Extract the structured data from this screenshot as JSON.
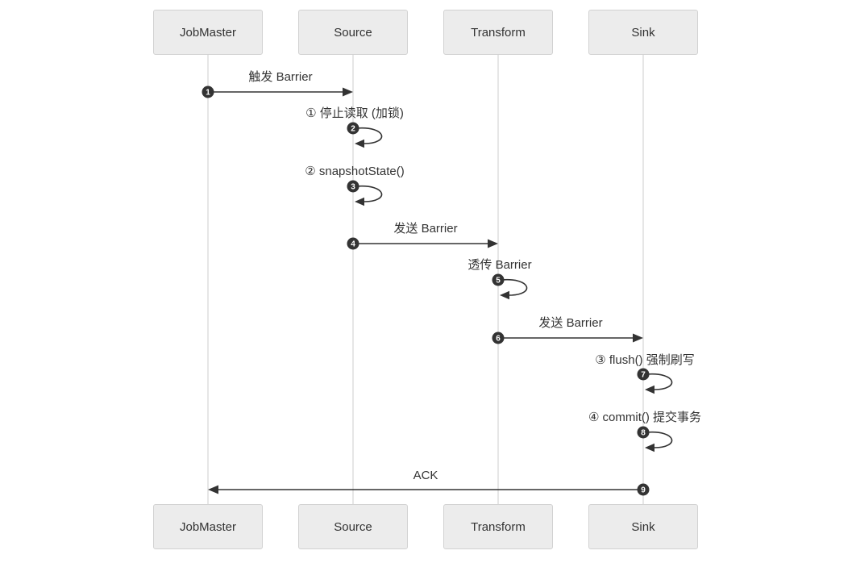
{
  "diagram": {
    "type": "sequence-diagram",
    "actors": [
      {
        "name": "JobMaster"
      },
      {
        "name": "Source"
      },
      {
        "name": "Transform"
      },
      {
        "name": "Sink"
      }
    ],
    "messages": [
      {
        "seq": "1",
        "label": "触发 Barrier",
        "from": "JobMaster",
        "to": "Source",
        "kind": "arrow-right"
      },
      {
        "seq": "2",
        "label": "① 停止读取 (加锁)",
        "from": "Source",
        "to": "Source",
        "kind": "self-loop"
      },
      {
        "seq": "3",
        "label": "② snapshotState()",
        "from": "Source",
        "to": "Source",
        "kind": "self-loop"
      },
      {
        "seq": "4",
        "label": "发送 Barrier",
        "from": "Source",
        "to": "Transform",
        "kind": "arrow-right"
      },
      {
        "seq": "5",
        "label": "透传 Barrier",
        "from": "Transform",
        "to": "Transform",
        "kind": "self-loop"
      },
      {
        "seq": "6",
        "label": "发送 Barrier",
        "from": "Transform",
        "to": "Sink",
        "kind": "arrow-right"
      },
      {
        "seq": "7",
        "label": "③ flush() 强制刷写",
        "from": "Sink",
        "to": "Sink",
        "kind": "self-loop"
      },
      {
        "seq": "8",
        "label": "④ commit() 提交事务",
        "from": "Sink",
        "to": "Sink",
        "kind": "self-loop"
      },
      {
        "seq": "9",
        "label": "ACK",
        "from": "Sink",
        "to": "JobMaster",
        "kind": "arrow-left"
      }
    ],
    "colors": {
      "background": "#ffffff",
      "actor_fill": "#ececec",
      "actor_border": "#d2d2d2",
      "lifeline": "#cccccc",
      "message": "#333333",
      "badge_fill": "#333333",
      "badge_text": "#ffffff",
      "label_text": "#333333"
    }
  }
}
